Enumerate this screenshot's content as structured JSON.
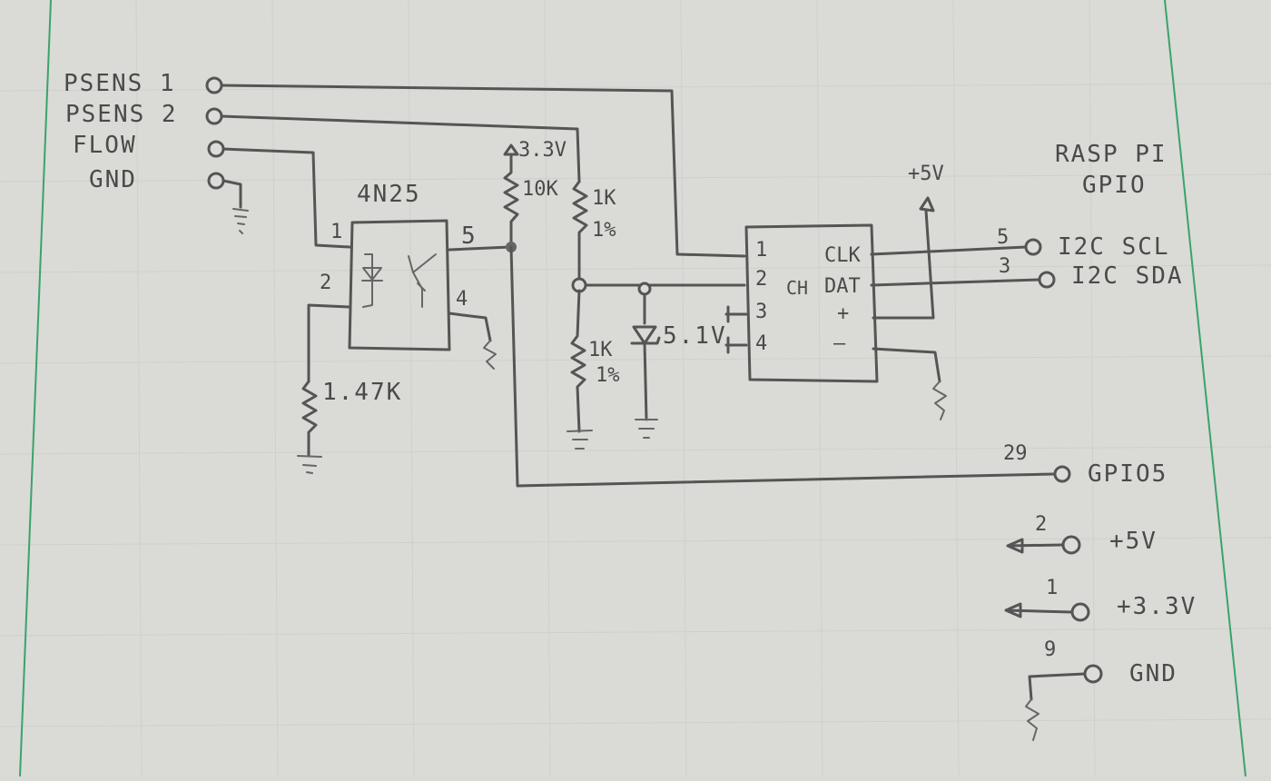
{
  "inputs": {
    "psens1": "PSENS 1",
    "psens2": "PSENS 2",
    "flow": "FLOW",
    "gnd": "GND"
  },
  "optocoupler": {
    "name": "4N25",
    "pin1": "1",
    "pin2": "2",
    "pin4": "4",
    "pin5": "5"
  },
  "components": {
    "supply_33": "3.3V",
    "r_pullup": "10K",
    "r_top": "1K",
    "r_top_tol": "1%",
    "r_bottom": "1K",
    "r_bottom_tol": "1%",
    "r_led": "1.47K",
    "zener": "5.1V",
    "supply_5": "+5V"
  },
  "ic": {
    "pins": [
      "1",
      "2",
      "3",
      "4"
    ],
    "in_label": "CH",
    "clk": "CLK",
    "dat": "DAT",
    "plus": "+",
    "minus": "—"
  },
  "raspi": {
    "title_line1": "RASP PI",
    "title_line2": "GPIO",
    "scl_pin": "5",
    "scl_label": "I2C SCL",
    "sda_pin": "3",
    "sda_label": "I2C SDA",
    "gpio5_pin": "29",
    "gpio5_label": "GPIO5",
    "v5_pin": "2",
    "v5_label": "+5V",
    "v33_pin": "1",
    "v33_label": "+3.3V",
    "gnd_pin": "9",
    "gnd_label": "GND"
  }
}
